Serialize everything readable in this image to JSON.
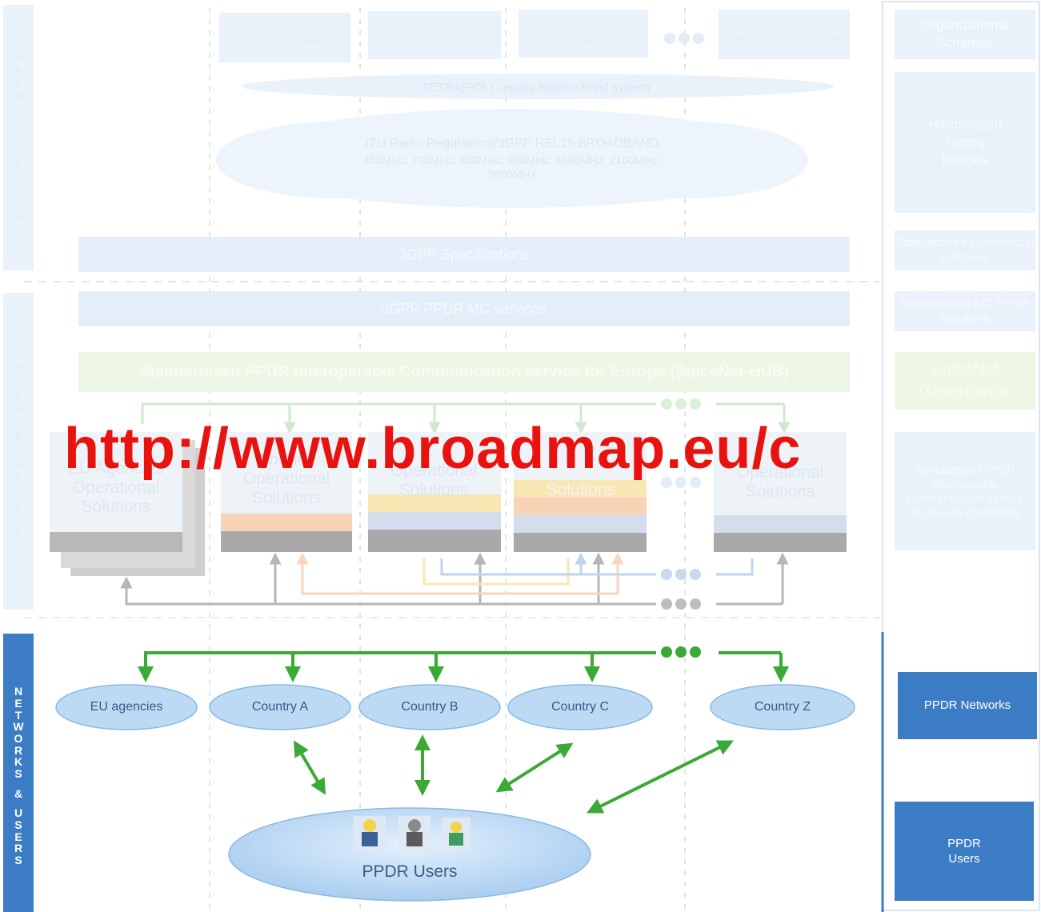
{
  "left_axis": {
    "harmonisation": [
      "H",
      "A",
      "R",
      "M",
      "O",
      "N",
      "I",
      "S",
      "A",
      "T",
      "I",
      "O",
      "N"
    ],
    "interoperability": [
      "I",
      "N",
      "T",
      "E",
      "R",
      "O",
      "P",
      "R",
      "A",
      "B",
      "I",
      "L",
      "I",
      "T",
      "Y"
    ],
    "networks_users": [
      "N",
      "E",
      "T",
      "W",
      "O",
      "R",
      "K",
      "S",
      "&",
      "U",
      "S",
      "E",
      "R",
      "S"
    ]
  },
  "countries": [
    {
      "label": "Country A: GOGO/GOCO",
      "detail": "TETRA(POL) + 700MHz"
    },
    {
      "label": "Country B: MVNO",
      "detail": "TETRA(POL) + 700, 800, 1800, 2600MHz"
    },
    {
      "label": "Country C: OSP",
      "detail": "TETRA(POL) + 700, 800, 1800, 2600MHz"
    },
    {
      "label": "Country Z: HYBRID",
      "detail": "TETRA(POL) + 450, 700, 800, 1800MHz"
    }
  ],
  "legacy_cloud": "TETRA(POL) Legacy Narrow Band system",
  "broadband_cloud": {
    "line1": "ITU Radio Regulations/3GPP REL15 BROADBAND",
    "line2": "450MHz, 700MHz, 800MHz, 900MHz, 1800MHz, 2100MHz,",
    "line3": "2600MHz"
  },
  "specs_bar": "3GPP Specifications",
  "mc_services_bar": "3GPP PPDR MC services",
  "spicenet_hub_bar": "Standardised PPDR Interoperable Communication service for Europe (SpiceNet-HUB)",
  "operational": {
    "eu": "EU Agencies Operational Solutions",
    "country": "Country Operational Solutions",
    "generic": "Operational Solutions"
  },
  "networks": [
    "EU agencies",
    "Country A",
    "Country B",
    "Country C",
    "Country Z"
  ],
  "users_label": "PPDR Users",
  "sidebar": {
    "org_schemes": "Organizational Schemes",
    "tuning_ranges": "Harmonized Tuning Ranges",
    "commercial": "Standardised Commercial Solutions",
    "mc_ppdr": "Standardised MC PPDR Solutions",
    "governance": "SpiceNet Governance",
    "interop_service": "Standardised PPDR Interoperable Communication service for Europe (SpiceNet)",
    "ppdr_networks": "PPDR Networks",
    "ppdr_users": "PPDR Users"
  },
  "watermark": "http://www.broadmap.eu/c",
  "colors": {
    "faded_fill": "#e9f1fa",
    "faded_text": "#e2ebf6",
    "green_arrow": "#3aa935",
    "network_cloud": "#bcdaf3",
    "sidebar_blue": "#3c7cc4",
    "watermark_red": "#e8120f"
  }
}
